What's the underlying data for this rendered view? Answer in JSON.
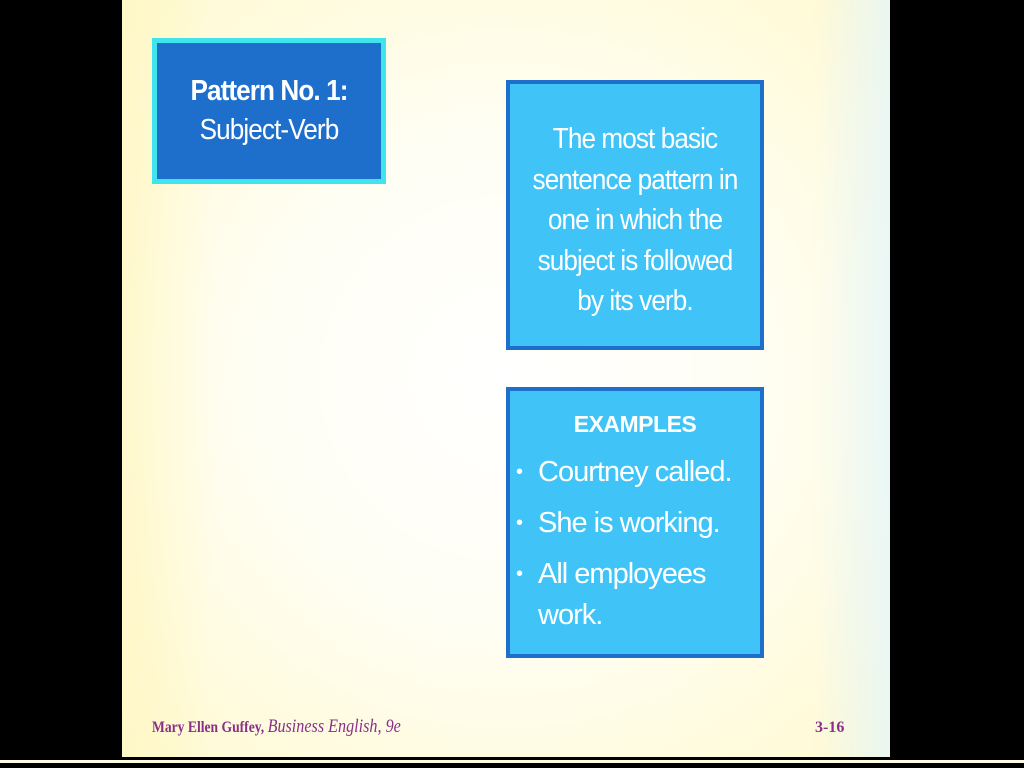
{
  "title": {
    "line1": "Pattern No. 1:",
    "line2": "Subject-Verb"
  },
  "definition": "The most basic sentence pattern in one in which the subject is followed by its verb.",
  "examples": {
    "heading": "EXAMPLES",
    "bullet": "•",
    "items": [
      "Courtney called.",
      "She is working.",
      "All employees work."
    ]
  },
  "footer": {
    "author": "Mary Ellen Guffey,",
    "book": "Business English, 9e",
    "slide_number": "3-16"
  }
}
